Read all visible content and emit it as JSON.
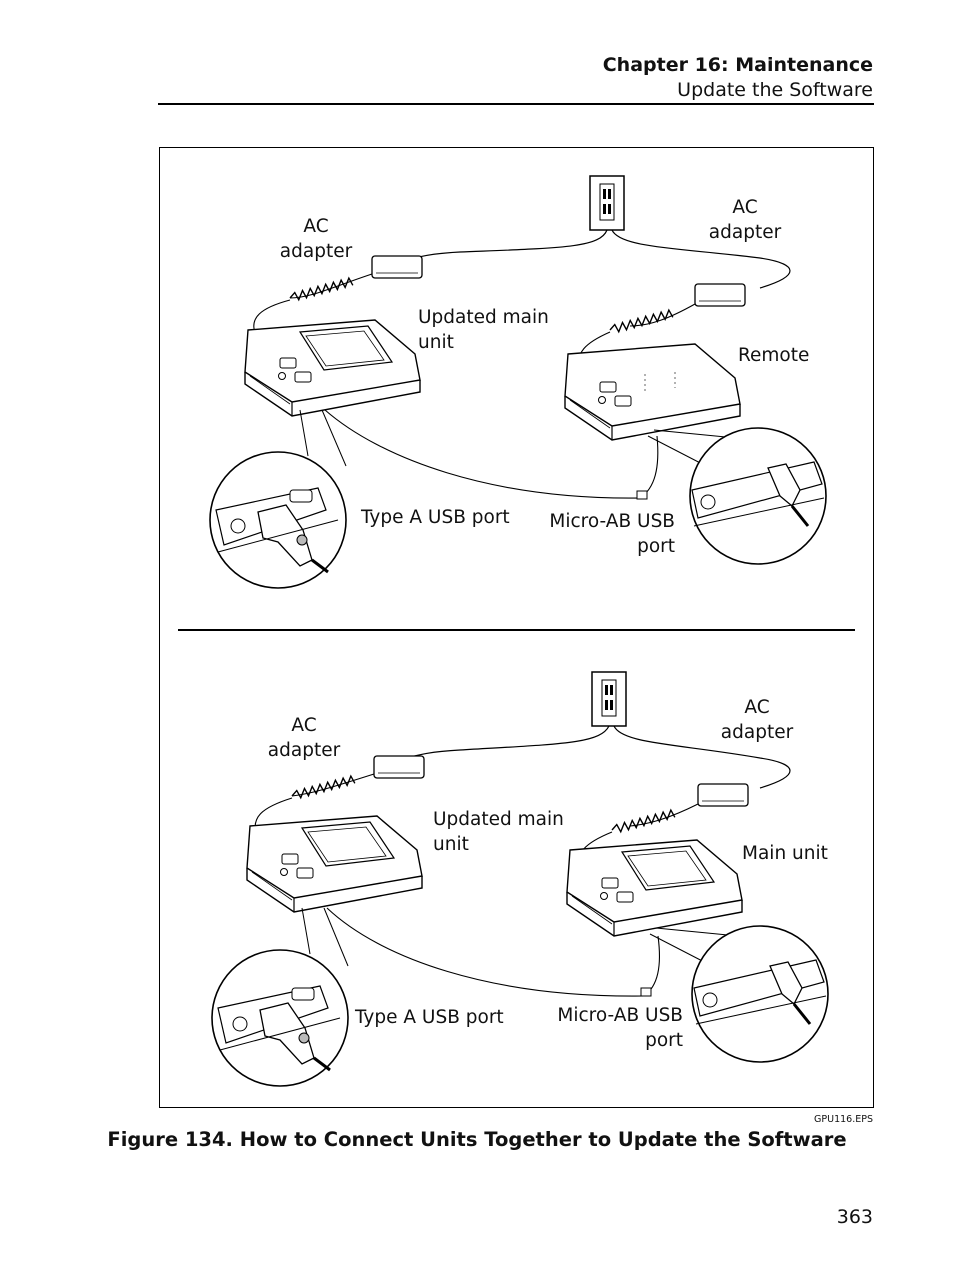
{
  "header": {
    "chapter": "Chapter 16: Maintenance",
    "section": "Update the Software"
  },
  "figure": {
    "top_panel": {
      "ac_left_line1": "AC",
      "ac_left_line2": "adapter",
      "ac_right_line1": "AC",
      "ac_right_line2": "adapter",
      "updated_line1": "Updated main",
      "updated_line2": "unit",
      "device_right": "Remote",
      "type_a": "Type A USB port",
      "micro_line1": "Micro-AB USB",
      "micro_line2": "port"
    },
    "bottom_panel": {
      "ac_left_line1": "AC",
      "ac_left_line2": "adapter",
      "ac_right_line1": "AC",
      "ac_right_line2": "adapter",
      "updated_line1": "Updated main",
      "updated_line2": "unit",
      "device_right": "Main unit",
      "type_a": "Type A USB port",
      "micro_line1": "Micro-AB USB",
      "micro_line2": "port"
    },
    "file_label": "GPU116.EPS"
  },
  "caption": "Figure 134. How to Connect Units Together to Update the Software",
  "page_number": "363"
}
